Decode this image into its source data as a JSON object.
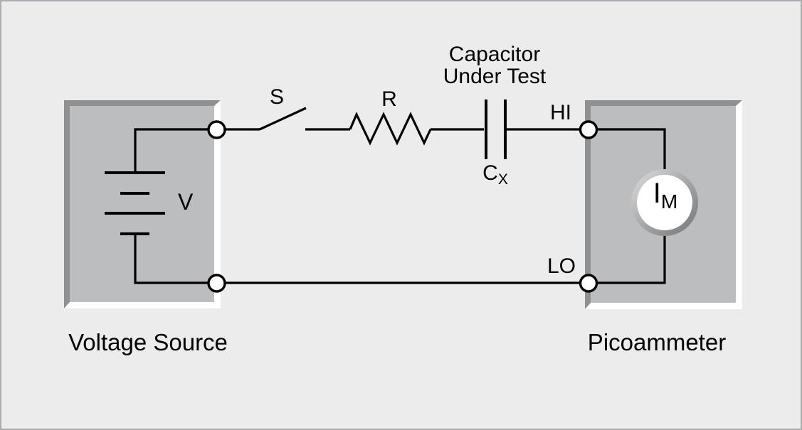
{
  "figure": {
    "background": "#ececec",
    "border_color": "#aaacb0",
    "line_color": "#000000",
    "box_fill": "#bcbdbf",
    "box_shadow_dark": "#8f9092",
    "box_highlight": "#ffffff",
    "meter_ring_light": "#d9d9d9",
    "meter_ring_dark": "#787878"
  },
  "labels": {
    "switch": "S",
    "resistor": "R",
    "capacitor_title_line1": "Capacitor",
    "capacitor_title_line2": "Under Test",
    "capacitor_symbol_main": "C",
    "capacitor_symbol_sub": "X",
    "hi_terminal": "HI",
    "lo_terminal": "LO",
    "voltage_symbol": "V",
    "meter_symbol_main": "I",
    "meter_symbol_sub": "M",
    "voltage_source_caption": "Voltage Source",
    "picoammeter_caption": "Picoammeter"
  }
}
